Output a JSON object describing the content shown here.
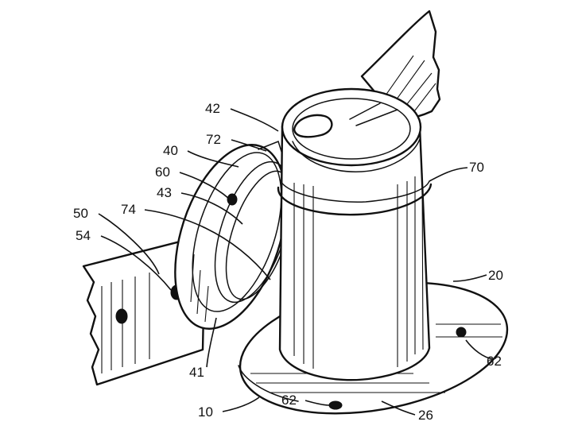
{
  "labels": [
    {
      "key": "l42",
      "text": "42"
    },
    {
      "key": "l72",
      "text": "72"
    },
    {
      "key": "l40",
      "text": "40"
    },
    {
      "key": "l60",
      "text": "60"
    },
    {
      "key": "l43",
      "text": "43"
    },
    {
      "key": "l74",
      "text": "74"
    },
    {
      "key": "l50",
      "text": "50"
    },
    {
      "key": "l54",
      "text": "54"
    },
    {
      "key": "l70",
      "text": "70"
    },
    {
      "key": "l20",
      "text": "20"
    },
    {
      "key": "l62a",
      "text": "62"
    },
    {
      "key": "l62b",
      "text": "62"
    },
    {
      "key": "l41",
      "text": "41"
    },
    {
      "key": "l10",
      "text": "10"
    },
    {
      "key": "l26",
      "text": "26"
    }
  ]
}
